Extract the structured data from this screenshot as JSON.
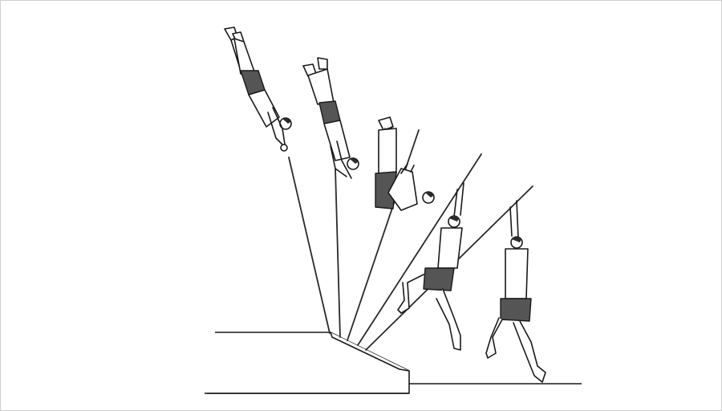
{
  "scene": {
    "description_icon": "pole-vault-sequence-icon",
    "frames": [
      {
        "id": 1
      },
      {
        "id": 2
      },
      {
        "id": 3
      },
      {
        "id": 4
      },
      {
        "id": 5
      }
    ],
    "colors": {
      "background": "#ffffff",
      "line": "#1a1a1a",
      "shorts": "#555555",
      "shade": "#8a8a8a"
    }
  }
}
